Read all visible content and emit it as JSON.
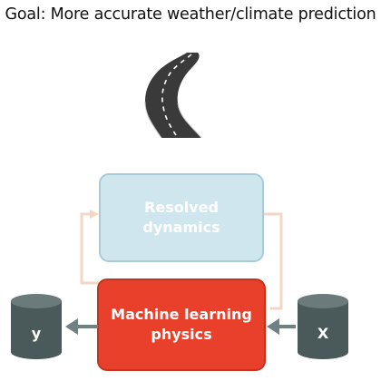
{
  "title": "Goal: More accurate weather/climate prediction",
  "boxes": {
    "resolved": {
      "line1": "Resolved",
      "line2": "dynamics",
      "fill": "#cfe6ee",
      "stroke": "#a9cbd8"
    },
    "ml": {
      "line1": "Machine learning",
      "line2": "physics",
      "fill": "#e8402a",
      "stroke": "#c23420"
    }
  },
  "databases": {
    "output": {
      "label": "y",
      "fill": "#4a5a5a"
    },
    "input": {
      "label": "X",
      "fill": "#4a5a5a"
    }
  },
  "colors": {
    "feedback_arrow": "#f3d7c4",
    "data_arrow": "#6f8282",
    "road": "#3a3a3a",
    "road_marking": "#ffffff"
  },
  "icons": {
    "road": "winding-road-icon"
  }
}
